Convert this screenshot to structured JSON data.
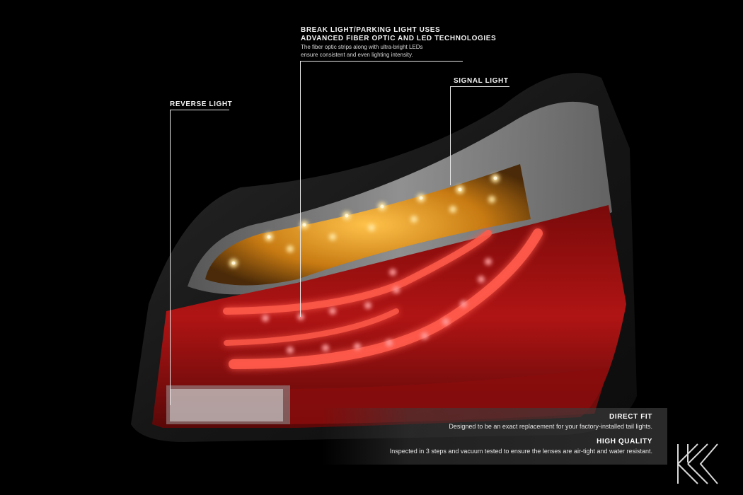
{
  "callouts": {
    "brake": {
      "title_line1": "BREAK LIGHT/PARKING LIGHT USES",
      "title_line2": "ADVANCED FIBER OPTIC AND LED TECHNOLOGIES",
      "body_line1": "The fiber optic strips along with ultra-bright LEDs",
      "body_line2": "ensure consistent and even lighting intensity."
    },
    "signal": {
      "title": "SIGNAL LIGHT"
    },
    "reverse": {
      "title": "REVERSE LIGHT"
    }
  },
  "features": [
    {
      "title": "DIRECT FIT",
      "description": "Designed to be an exact replacement for your factory-installed tail lights."
    },
    {
      "title": "HIGH QUALITY",
      "description": "Inspected in 3 steps and vacuum tested to ensure the lenses are air-tight and water resistant."
    }
  ],
  "colors": {
    "background": "#000000",
    "amber": "#f0a020",
    "red": "#e01010",
    "leader": "#e8e8e8"
  },
  "logo": {
    "name": "brand-logo"
  }
}
